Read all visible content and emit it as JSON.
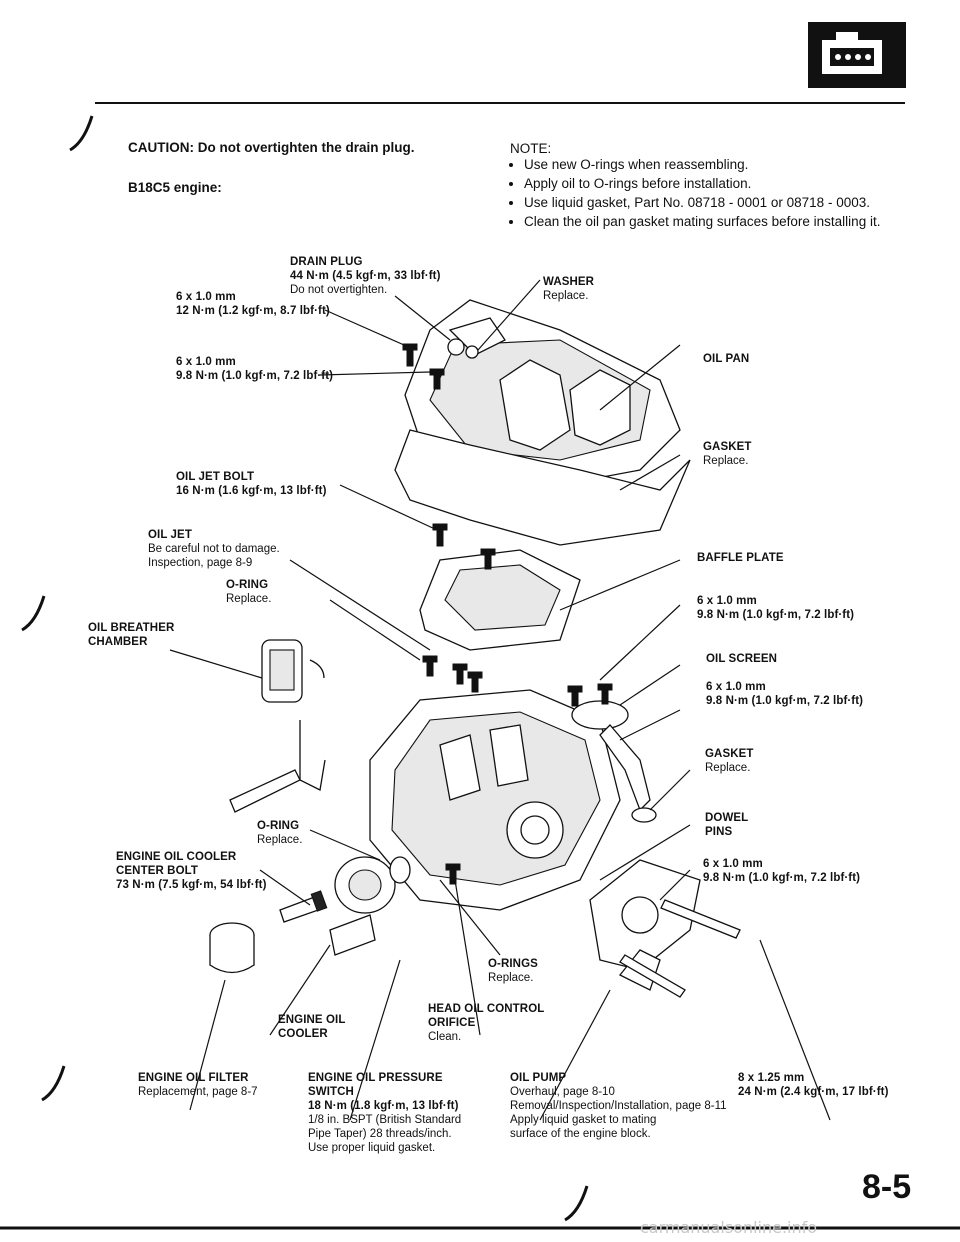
{
  "header": {
    "caution": "CAUTION: Do not overtighten the drain plug.",
    "engine": "B18C5 engine:"
  },
  "note": {
    "title": "NOTE:",
    "items": [
      "Use new O-rings when reassembling.",
      "Apply oil to O-rings before installation.",
      "Use liquid gasket, Part No. 08718 - 0001 or 08718 - 0003.",
      "Clean the oil pan gasket mating surfaces before installing it."
    ]
  },
  "labels": {
    "drain_plug": {
      "name": "DRAIN PLUG",
      "spec": "44 N·m (4.5 kgf·m, 33 lbf·ft)",
      "note": "Do not overtighten."
    },
    "washer": {
      "name": "WASHER",
      "note": "Replace."
    },
    "bolt_12": {
      "size": "6 x 1.0 mm",
      "spec": "12 N·m (1.2 kgf·m, 8.7 lbf·ft)"
    },
    "oil_pan": {
      "name": "OIL PAN"
    },
    "bolt_98_a": {
      "size": "6 x 1.0 mm",
      "spec": "9.8 N·m (1.0 kgf·m, 7.2 lbf·ft)"
    },
    "gasket_pan": {
      "name": "GASKET",
      "note": "Replace."
    },
    "oil_jet_bolt": {
      "name": "OIL JET BOLT",
      "spec": "16 N·m (1.6 kgf·m, 13 lbf·ft)"
    },
    "oil_jet": {
      "name": "OIL JET",
      "note1": "Be careful not to damage.",
      "note2": "Inspection, page 8-9"
    },
    "baffle_plate": {
      "name": "BAFFLE PLATE"
    },
    "oring_1": {
      "name": "O-RING",
      "note": "Replace."
    },
    "bolt_98_b": {
      "size": "6 x 1.0 mm",
      "spec": "9.8 N·m (1.0 kgf·m, 7.2 lbf·ft)"
    },
    "breather": {
      "name1": "OIL BREATHER",
      "name2": "CHAMBER"
    },
    "oil_screen": {
      "name": "OIL SCREEN"
    },
    "bolt_98_c": {
      "size": "6 x 1.0 mm",
      "spec": "9.8 N·m (1.0 kgf·m, 7.2 lbf·ft)"
    },
    "gasket_screen": {
      "name": "GASKET",
      "note": "Replace."
    },
    "oring_2": {
      "name": "O-RING",
      "note": "Replace."
    },
    "dowel": {
      "name1": "DOWEL",
      "name2": "PINS"
    },
    "cooler_bolt": {
      "name1": "ENGINE OIL COOLER",
      "name2": "CENTER BOLT",
      "spec": "73 N·m (7.5 kgf·m, 54 lbf·ft)"
    },
    "bolt_98_d": {
      "size": "6 x 1.0 mm",
      "spec": "9.8 N·m (1.0 kgf·m, 7.2 lbf·ft)"
    },
    "orings": {
      "name": "O-RINGS",
      "note": "Replace."
    },
    "cooler": {
      "name1": "ENGINE OIL",
      "name2": "COOLER"
    },
    "orifice": {
      "name1": "HEAD OIL CONTROL",
      "name2": "ORIFICE",
      "note": "Clean."
    },
    "filter": {
      "name": "ENGINE OIL FILTER",
      "note": "Replacement, page 8-7"
    },
    "pressure_switch": {
      "name1": "ENGINE OIL PRESSURE",
      "name2": "SWITCH",
      "spec": "18 N·m (1.8 kgf·m, 13 lbf·ft)",
      "note1": "1/8 in. BSPT (British Standard",
      "note2": "Pipe Taper) 28 threads/inch.",
      "note3": "Use proper liquid gasket."
    },
    "oil_pump": {
      "name": "OIL PUMP",
      "note1": "Overhaul, page 8-10",
      "note2": "Removal/Inspection/Installation, page 8-11",
      "note3": "Apply liquid gasket to mating",
      "note4": "surface of the engine block."
    },
    "bolt_24": {
      "size": "8 x 1.25 mm",
      "spec": "24 N·m (2.4 kgf·m, 17 lbf·ft)"
    }
  },
  "page_number": "8-5",
  "watermark": "carmanualsonline.info"
}
